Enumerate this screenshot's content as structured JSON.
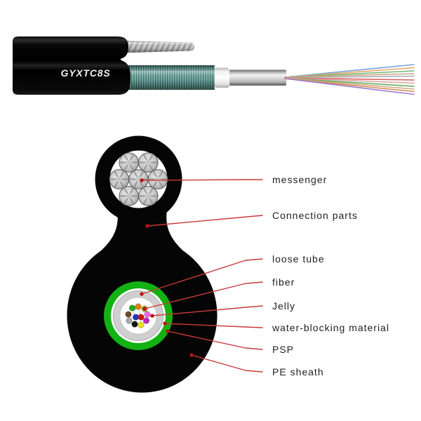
{
  "cable_3d": {
    "model_label": "GYXTC8S",
    "fan_fibers": [
      {
        "name": "blue",
        "color": "#74a0e2"
      },
      {
        "name": "orange",
        "color": "#e8a766"
      },
      {
        "name": "green",
        "color": "#72b872"
      },
      {
        "name": "tan",
        "color": "#c7a78b"
      },
      {
        "name": "gray",
        "color": "#ababab"
      },
      {
        "name": "red",
        "color": "#d96060"
      },
      {
        "name": "salmon",
        "color": "#dda4a4"
      },
      {
        "name": "green2",
        "color": "#5aa85a"
      },
      {
        "name": "tan2",
        "color": "#cfa883"
      },
      {
        "name": "orange2",
        "color": "#d88b55"
      },
      {
        "name": "purple",
        "color": "#9b7bd1"
      }
    ]
  },
  "cross_section": {
    "messenger_strand_count": 7,
    "fibers": [
      {
        "name": "green",
        "color": "#18b018"
      },
      {
        "name": "orange",
        "color": "#e07d10"
      },
      {
        "name": "olive",
        "color": "#a8a820"
      },
      {
        "name": "brown",
        "color": "#74492a"
      },
      {
        "name": "white",
        "color": "#ffffff"
      },
      {
        "name": "pink",
        "color": "#ee66dd"
      },
      {
        "name": "blue",
        "color": "#2038c0"
      },
      {
        "name": "red",
        "color": "#cd1414"
      },
      {
        "name": "gray",
        "color": "#a8a8a8"
      },
      {
        "name": "magenta",
        "color": "#c322c3"
      },
      {
        "name": "black",
        "color": "#141414"
      },
      {
        "name": "yellow",
        "color": "#e8e414"
      }
    ]
  },
  "callouts": {
    "labels": [
      {
        "text": "messenger"
      },
      {
        "text": "Connection parts"
      },
      {
        "text": "loose tube"
      },
      {
        "text": "fiber"
      },
      {
        "text": "Jelly"
      },
      {
        "text": "water-blocking material"
      },
      {
        "text": "PSP"
      },
      {
        "text": "PE sheath"
      }
    ]
  },
  "colors": {
    "leader_red": "#c93a3a",
    "marker_red": "#bb1111",
    "psp_green": "#12b212",
    "sheath_black": "#050505",
    "armor_teal": "#6ca49d"
  }
}
